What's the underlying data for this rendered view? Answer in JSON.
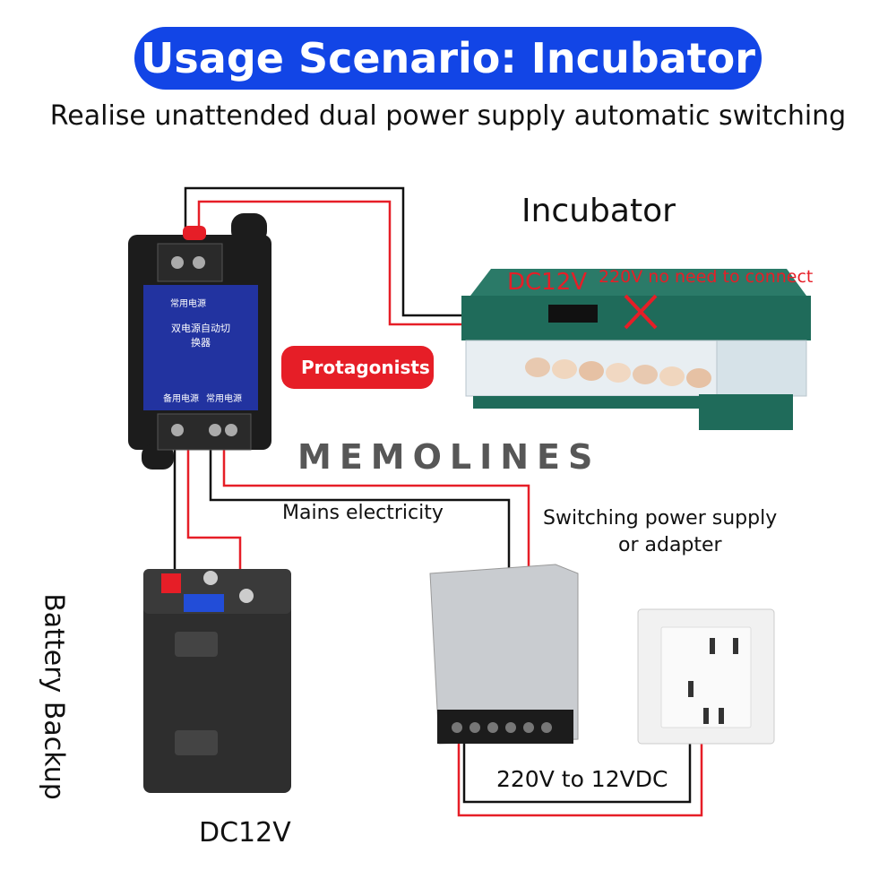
{
  "header": {
    "title": "Usage Scenario: Incubator",
    "subtitle": "Realise unattended dual power supply automatic switching"
  },
  "switch_device": {
    "main_label": "双电源自动切换器",
    "top_label": "常用电源",
    "bottom_left_label": "备用电源",
    "bottom_right_label": "常用电源"
  },
  "labels": {
    "incubator": "Incubator",
    "dc12v_incubator": "DC12V",
    "no_connect": "220V no need to connect",
    "protagonists": "Protagonists",
    "watermark": "MEMOLINES",
    "mains": "Mains electricity",
    "psu_line1": "Switching power supply",
    "psu_line2": "or adapter",
    "battery_backup": "Battery Backup",
    "dc12v_battery": "DC12V",
    "conversion": "220V to 12VDC"
  },
  "colors": {
    "title_bg": "#1245e6",
    "wire_red": "#e61e27",
    "wire_black": "#111111",
    "incubator_green": "#1f6b5a",
    "device_blue": "#1a2e8a"
  }
}
